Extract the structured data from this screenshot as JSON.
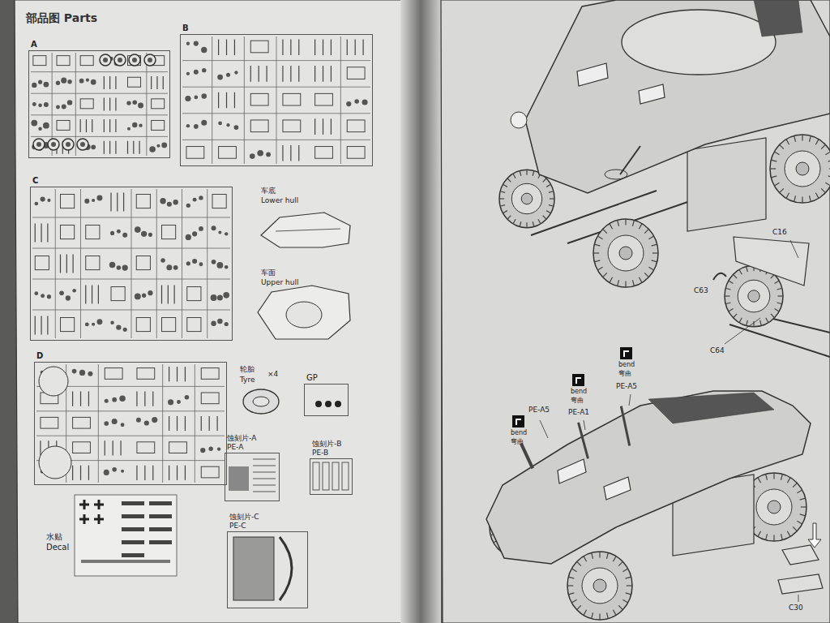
{
  "diagram": {
    "title": "部品图 Parts",
    "nodes": [
      {
        "text": [
          "A"
        ]
      },
      {
        "text": [
          "B"
        ]
      },
      {
        "text": [
          "C"
        ]
      },
      {
        "text": [
          "D"
        ]
      },
      {
        "text": [
          "GP"
        ]
      },
      {
        "text": [
          "蚀刻片-A",
          "PE-A"
        ]
      },
      {
        "text": [
          "蚀刻片-B",
          "PE-B"
        ]
      },
      {
        "text": [
          "蚀刻片-C",
          "PE-C"
        ]
      }
    ],
    "labels": [
      "车底",
      "Lower hull",
      "车面",
      "Upper hull",
      "轮胎",
      "Tyre",
      "×4",
      "水贴",
      "Decal",
      "C16",
      "C63",
      "C64",
      "bend",
      "弯曲",
      "PE-A5",
      "bend",
      "弯曲",
      "PE-A1",
      "bend",
      "弯曲",
      "PE-A5",
      "C30"
    ]
  }
}
